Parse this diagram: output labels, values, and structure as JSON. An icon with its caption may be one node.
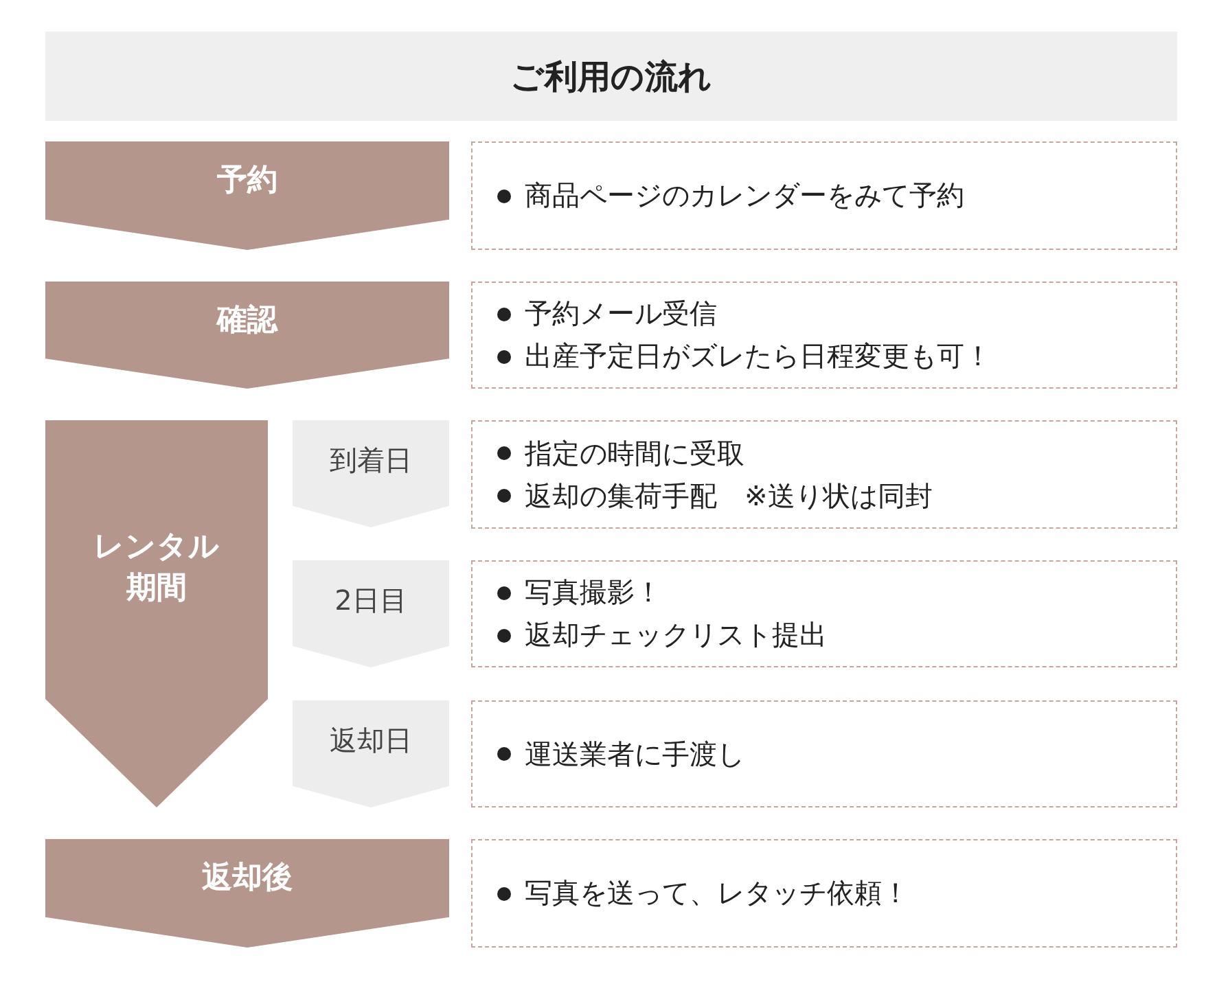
{
  "diagram": {
    "title": "ご利用の流れ",
    "nodes": [
      {
        "text": [
          "予約"
        ]
      },
      {
        "text": [
          "商品ページのカレンダーをみて予約"
        ]
      },
      {
        "text": [
          "確認"
        ]
      },
      {
        "text": [
          "予約メール受信",
          "出産予定日がズレたら日程変更も可！"
        ]
      },
      {
        "text": [
          "レンタル期間"
        ]
      },
      {
        "text": [
          "到着日"
        ]
      },
      {
        "text": [
          "指定の時間に受取",
          "返却の集荷手配　※送り状は同封"
        ]
      },
      {
        "text": [
          "2日目"
        ]
      },
      {
        "text": [
          "写真撮影！",
          "返却チェックリスト提出"
        ]
      },
      {
        "text": [
          "返却日"
        ]
      },
      {
        "text": [
          "運送業者に手渡し"
        ]
      },
      {
        "text": [
          "返却後"
        ]
      },
      {
        "text": [
          "写真を送って、レタッチ依頼！"
        ]
      }
    ]
  }
}
